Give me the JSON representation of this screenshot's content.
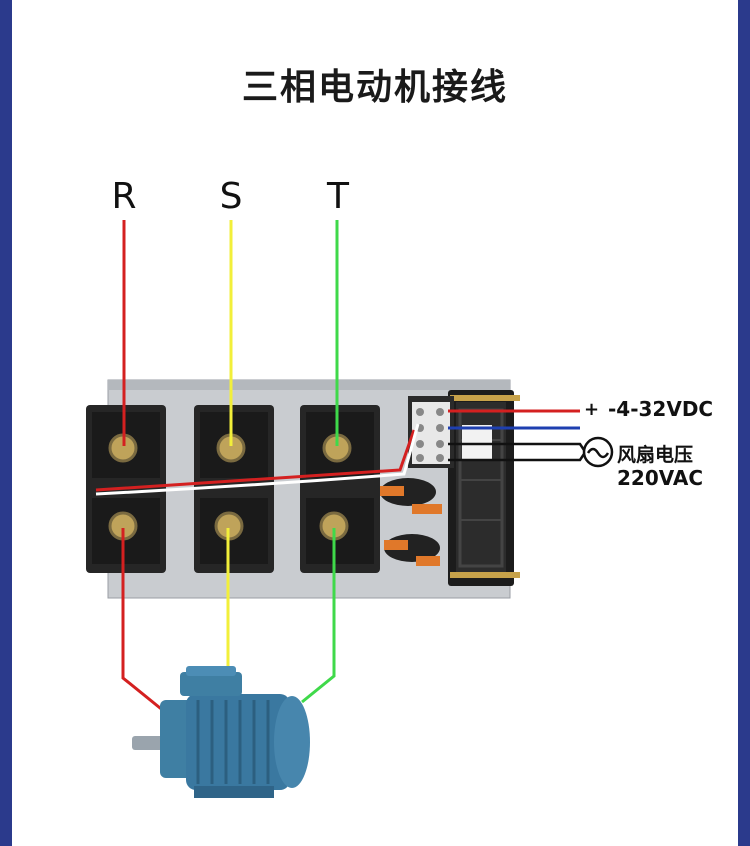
{
  "title": "三相电动机接线",
  "phases": [
    "R",
    "S",
    "T"
  ],
  "labels": {
    "plus": "+",
    "dc_voltage": "-4-32VDC",
    "fan_voltage": "风扇电压",
    "ac_voltage": "220VAC"
  },
  "icons": {
    "ac_source": "ac-tilde-icon",
    "motor": "three-phase-motor-icon",
    "ssr_module": "solid-state-relay-icon",
    "fan": "cooling-fan-icon"
  },
  "colors": {
    "phase_r": "#d42020",
    "phase_s": "#f2ef3a",
    "phase_t": "#3fd94a",
    "dc_negative": "#1e3fb0",
    "border": "#2b3a8c"
  }
}
